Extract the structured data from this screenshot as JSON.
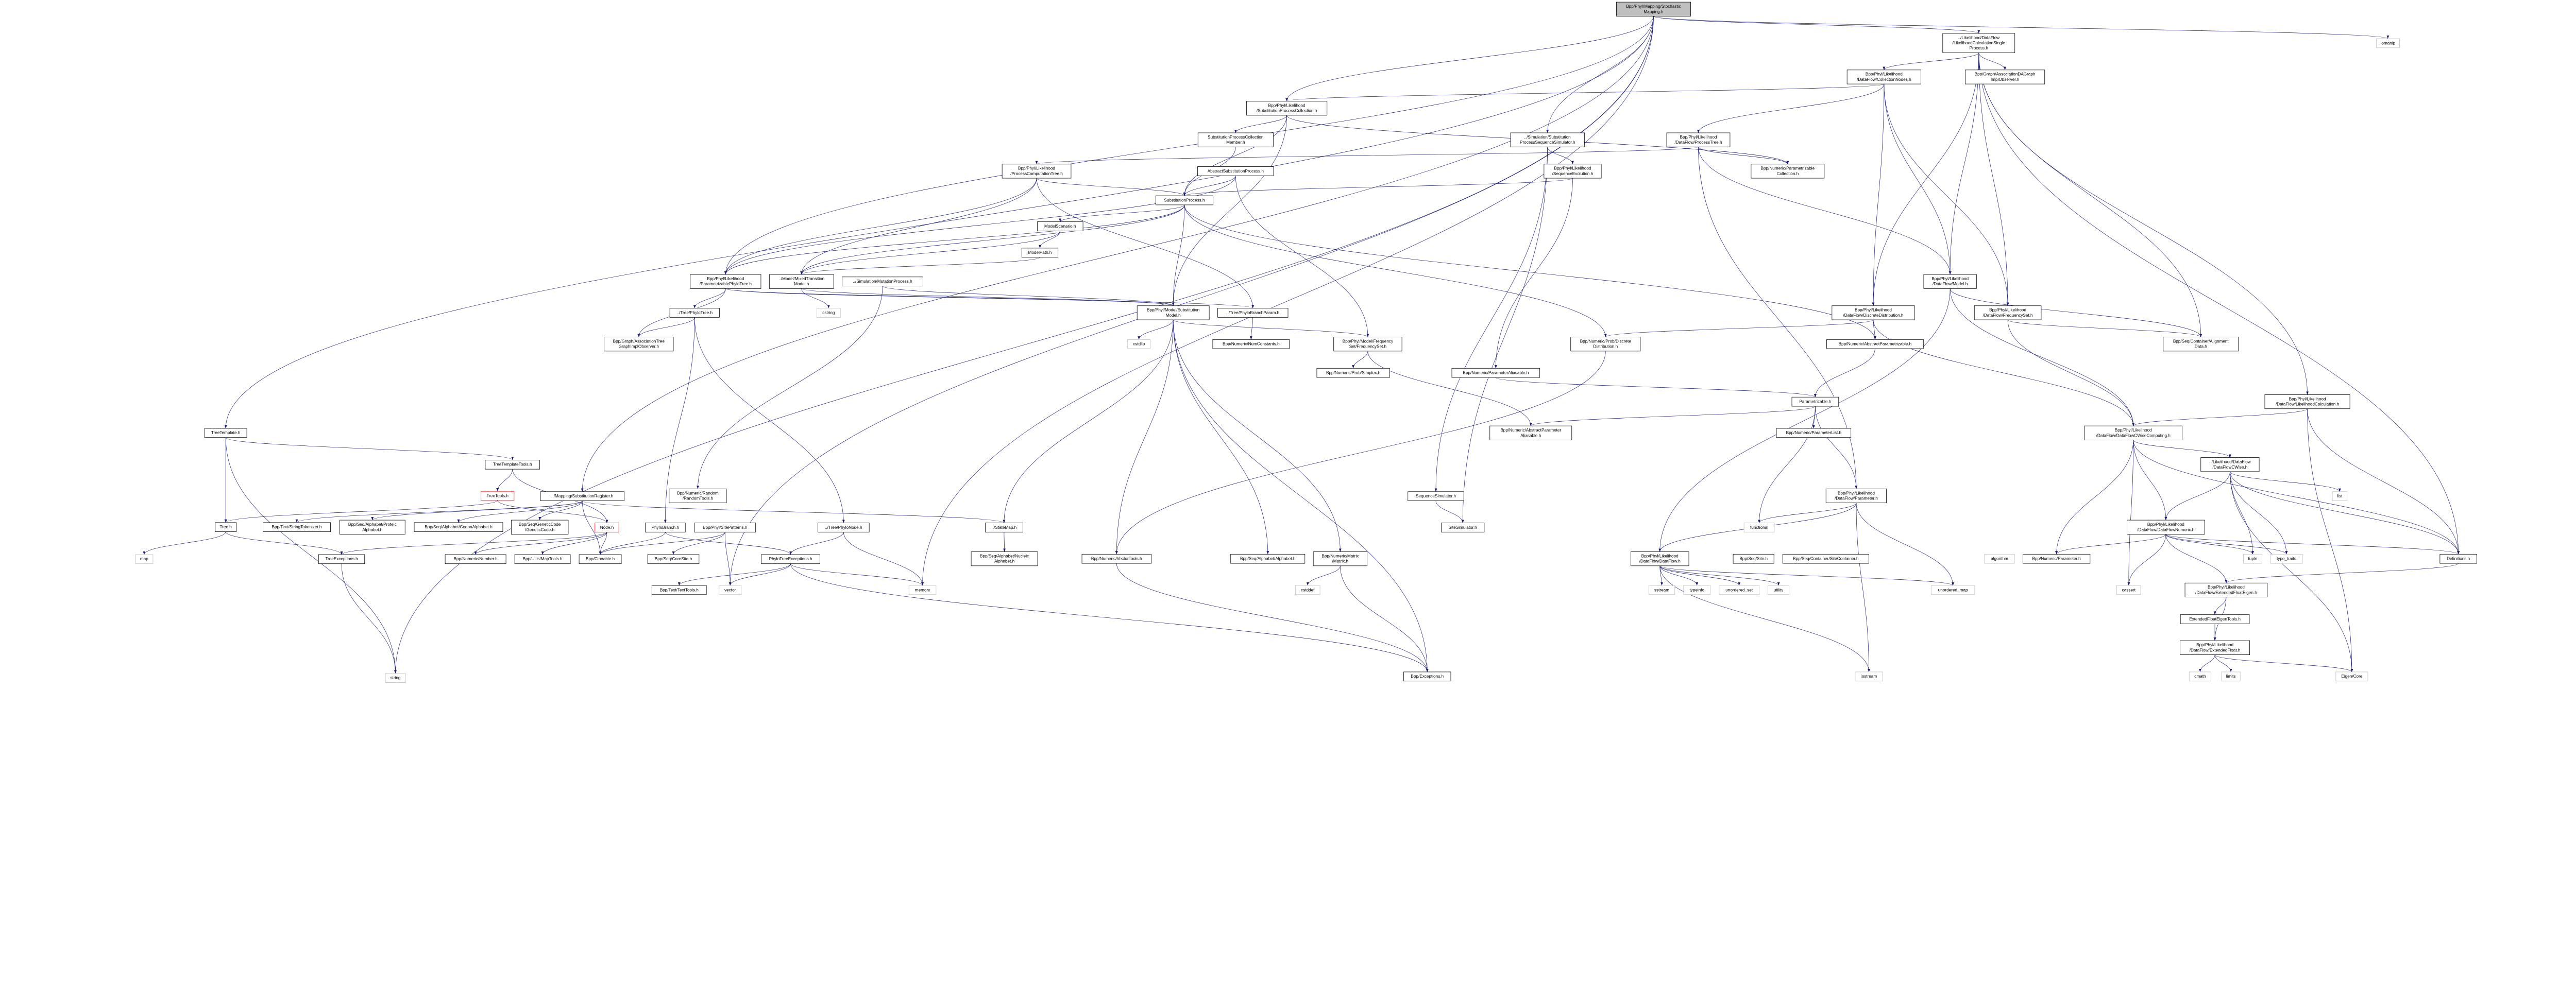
{
  "colors": {
    "edge": "#191970",
    "root_fill": "#bfbfbf",
    "system_border": "#bfbfbf",
    "truncated_border": "#ff0000"
  },
  "graph": {
    "root": "sm",
    "nodes": {
      "sm": [
        "Bpp/Phyl/Mapping/Stochastic",
        "Mapping.h"
      ],
      "iomanip": [
        "iomanip"
      ],
      "lcsp": [
        "../Likelihood/DataFlow",
        "/LikelihoodCalculationSingle",
        "Process.h"
      ],
      "collnodes": [
        "Bpp/Phyl/Likelihood",
        "/DataFlow/CollectionNodes.h"
      ],
      "assocdag": [
        "Bpp/Graph/AssociationDAGraph",
        "ImplObserver.h"
      ],
      "spc": [
        "Bpp/Phyl/Likelihood",
        "/SubstitutionProcessCollection.h"
      ],
      "spcm": [
        "SubstitutionProcessCollection",
        "Member.h"
      ],
      "spss": [
        "../Simulation/Substitution",
        "ProcessSequenceSimulator.h"
      ],
      "processtree": [
        "Bpp/Phyl/Likelihood",
        "/DataFlow/ProcessTree.h"
      ],
      "seqevol": [
        "Bpp/Phyl/Likelihood",
        "/SequenceEvolution.h"
      ],
      "paramcoll": [
        "Bpp/Numeric/Parametrizable",
        "Collection.h"
      ],
      "pct": [
        "Bpp/Phyl/Likelihood",
        "/ProcessComputationTree.h"
      ],
      "asp": [
        "AbstractSubstitutionProcess.h"
      ],
      "sp": [
        "SubstitutionProcess.h"
      ],
      "mscen": [
        "ModelScenario.h"
      ],
      "mpath": [
        "ModelPath.h"
      ],
      "ppt": [
        "Bpp/Phyl/Likelihood",
        "/ParametrizablePhyloTree.h"
      ],
      "mtm": [
        "../Model/MixedTransition",
        "Model.h"
      ],
      "mutproc": [
        "../Simulation/MutationProcess.h"
      ],
      "dfmodel": [
        "Bpp/Phyl/Likelihood",
        "/DataFlow/Model.h"
      ],
      "submodel": [
        "Bpp/Phyl/Model/Substitution",
        "Model.h"
      ],
      "pbp": [
        "../Tree/PhyloBranchParam.h"
      ],
      "dfdd": [
        "Bpp/Phyl/Likelihood",
        "/DataFlow/DiscreteDistribution.h"
      ],
      "dffs": [
        "Bpp/Phyl/Likelihood",
        "/DataFlow/FrequencySet.h"
      ],
      "phylotree": [
        "../Tree/PhyloTree.h"
      ],
      "cstring": [
        "cstring"
      ],
      "cstdlib": [
        "cstdlib"
      ],
      "numconst": [
        "Bpp/Numeric/NumConstants.h"
      ],
      "freqset": [
        "Bpp/Phyl/Model/Frequency",
        "Set/FrequencySet.h"
      ],
      "probdd": [
        "Bpp/Numeric/Prob/Discrete",
        "Distribution.h"
      ],
      "absparam": [
        "Bpp/Numeric/AbstractParametrizable.h"
      ],
      "aligndata": [
        "Bpp/Seq/Container/Alignment",
        "Data.h"
      ],
      "atgio": [
        "Bpp/Graph/AssociationTree",
        "GraphImplObserver.h"
      ],
      "simplex": [
        "Bpp/Numeric/Prob/Simplex.h"
      ],
      "paramalias": [
        "Bpp/Numeric/ParameterAliasable.h"
      ],
      "likcalc": [
        "Bpp/Phyl/Likelihood",
        "/DataFlow/LikelihoodCalculation.h"
      ],
      "parametrizable": [
        "Parametrizable.h"
      ],
      "treetemplate": [
        "TreeTemplate.h"
      ],
      "abspa": [
        "Bpp/Numeric/AbstractParameter",
        "Aliasable.h"
      ],
      "paramlist": [
        "Bpp/Numeric/ParameterList.h"
      ],
      "dfcwc": [
        "Bpp/Phyl/Likelihood",
        "/DataFlow/DataFlowCWiseComputing.h"
      ],
      "ttt": [
        "TreeTemplateTools.h"
      ],
      "dfcw": [
        "../Likelihood/DataFlow",
        "/DataFlowCWise.h"
      ],
      "treetools": [
        "TreeTools.h"
      ],
      "subreg": [
        "../Mapping/SubstitutionRegister.h"
      ],
      "randomtools": [
        "Bpp/Numeric/Random",
        "/RandomTools.h"
      ],
      "dfparam": [
        "Bpp/Phyl/Likelihood",
        "/DataFlow/Parameter.h"
      ],
      "seqsim": [
        "SequenceSimulator.h"
      ],
      "list": [
        "list"
      ],
      "tree": [
        "Tree.h"
      ],
      "strtok": [
        "Bpp/Text/StringTokenizer.h"
      ],
      "proteic": [
        "Bpp/Seq/Alphabet/Proteic",
        "Alphabet.h"
      ],
      "codon": [
        "Bpp/Seq/Alphabet/CodonAlphabet.h"
      ],
      "gencode": [
        "Bpp/Seq/GeneticCode",
        "/GeneticCode.h"
      ],
      "node": [
        "Node.h"
      ],
      "phylobranch": [
        "PhyloBranch.h"
      ],
      "sitepatterns": [
        "Bpp/Phyl/SitePatterns.h"
      ],
      "phylonode": [
        "../Tree/PhyloNode.h"
      ],
      "statemap": [
        "../StateMap.h"
      ],
      "sitesim": [
        "SiteSimulator.h"
      ],
      "functional": [
        "functional"
      ],
      "dfnumeric": [
        "Bpp/Phyl/Likelihood",
        "/DataFlow/DataFlowNumeric.h"
      ],
      "map": [
        "map"
      ],
      "treeexc": [
        "TreeExceptions.h"
      ],
      "number": [
        "Bpp/Numeric/Number.h"
      ],
      "maptools": [
        "Bpp/Utils/MapTools.h"
      ],
      "clonable": [
        "Bpp/Clonable.h"
      ],
      "coresite": [
        "Bpp/Seq/CoreSite.h"
      ],
      "pte": [
        "PhyloTreeExceptions.h"
      ],
      "nucleic": [
        "Bpp/Seq/Alphabet/Nucleic",
        "Alphabet.h"
      ],
      "vectortools": [
        "Bpp/Numeric/VectorTools.h"
      ],
      "alphabet": [
        "Bpp/Seq/Alphabet/Alphabet.h"
      ],
      "matrix": [
        "Bpp/Numeric/Matrix",
        "/Matrix.h"
      ],
      "dataflow": [
        "Bpp/Phyl/Likelihood",
        "/DataFlow/DataFlow.h"
      ],
      "site": [
        "Bpp/Seq/Site.h"
      ],
      "sitecont": [
        "Bpp/Seq/Container/SiteContainer.h"
      ],
      "algorithm": [
        "algorithm"
      ],
      "numparam": [
        "Bpp/Numeric/Parameter.h"
      ],
      "tuple": [
        "tuple"
      ],
      "typetraits": [
        "type_traits"
      ],
      "definitions": [
        "Definitions.h"
      ],
      "texttools": [
        "Bpp/Text/TextTools.h"
      ],
      "vector": [
        "vector"
      ],
      "memory": [
        "memory"
      ],
      "cstddef": [
        "cstddef"
      ],
      "sstream": [
        "sstream"
      ],
      "typeinfo": [
        "typeinfo"
      ],
      "unordered_set": [
        "unordered_set"
      ],
      "utility": [
        "utility"
      ],
      "unordered_map": [
        "unordered_map"
      ],
      "cassert": [
        "cassert"
      ],
      "efe": [
        "Bpp/Phyl/Likelihood",
        "/DataFlow/ExtendedFloatEigen.h"
      ],
      "efet": [
        "ExtendedFloatEigenTools.h"
      ],
      "ef": [
        "Bpp/Phyl/Likelihood",
        "/DataFlow/ExtendedFloat.h"
      ],
      "string": [
        "string"
      ],
      "exceptions": [
        "Bpp/Exceptions.h"
      ],
      "iostream": [
        "iostream"
      ],
      "cmath": [
        "cmath"
      ],
      "limits": [
        "limits"
      ],
      "eigen": [
        "Eigen/Core"
      ]
    },
    "edges": [
      [
        "sm",
        "lcsp"
      ],
      [
        "sm",
        "spss"
      ],
      [
        "sm",
        "iomanip"
      ],
      [
        "sm",
        "spc"
      ],
      [
        "sm",
        "string"
      ],
      [
        "sm",
        "vector"
      ],
      [
        "sm",
        "memory"
      ],
      [
        "sm",
        "treetemplate"
      ],
      [
        "sm",
        "subreg"
      ],
      [
        "sm",
        "ppt"
      ],
      [
        "lcsp",
        "collnodes"
      ],
      [
        "lcsp",
        "assocdag"
      ],
      [
        "lcsp",
        "dfmodel"
      ],
      [
        "lcsp",
        "dffs"
      ],
      [
        "lcsp",
        "dfdd"
      ],
      [
        "lcsp",
        "likcalc"
      ],
      [
        "lcsp",
        "aligndata"
      ],
      [
        "lcsp",
        "definitions"
      ],
      [
        "collnodes",
        "processtree"
      ],
      [
        "collnodes",
        "dfmodel"
      ],
      [
        "collnodes",
        "dffs"
      ],
      [
        "collnodes",
        "dfdd"
      ],
      [
        "collnodes",
        "spc"
      ],
      [
        "spc",
        "spcm"
      ],
      [
        "spc",
        "sp"
      ],
      [
        "spc",
        "paramcoll"
      ],
      [
        "spc",
        "submodel"
      ],
      [
        "spcm",
        "sp"
      ],
      [
        "spss",
        "seqevol"
      ],
      [
        "spss",
        "seqsim"
      ],
      [
        "spss",
        "sitesim"
      ],
      [
        "processtree",
        "paramcoll"
      ],
      [
        "processtree",
        "pct"
      ],
      [
        "processtree",
        "dfmodel"
      ],
      [
        "processtree",
        "dfparam"
      ],
      [
        "seqevol",
        "paramalias"
      ],
      [
        "seqevol",
        "sp"
      ],
      [
        "pct",
        "sp"
      ],
      [
        "pct",
        "pbp"
      ],
      [
        "pct",
        "ppt"
      ],
      [
        "pct",
        "mtm"
      ],
      [
        "asp",
        "sp"
      ],
      [
        "asp",
        "ppt"
      ],
      [
        "asp",
        "freqset"
      ],
      [
        "sp",
        "mscen"
      ],
      [
        "sp",
        "submodel"
      ],
      [
        "sp",
        "ppt"
      ],
      [
        "sp",
        "mtm"
      ],
      [
        "sp",
        "probdd"
      ],
      [
        "sp",
        "absparam"
      ],
      [
        "mscen",
        "mpath"
      ],
      [
        "mscen",
        "mtm"
      ],
      [
        "mpath",
        "mtm"
      ],
      [
        "ppt",
        "phylotree"
      ],
      [
        "ppt",
        "atgio"
      ],
      [
        "ppt",
        "pbp"
      ],
      [
        "ppt",
        "submodel"
      ],
      [
        "mtm",
        "cstring"
      ],
      [
        "mtm",
        "submodel"
      ],
      [
        "mutproc",
        "submodel"
      ],
      [
        "mutproc",
        "randomtools"
      ],
      [
        "dfmodel",
        "aligndata"
      ],
      [
        "dfmodel",
        "dfcwc"
      ],
      [
        "dfmodel",
        "dataflow"
      ],
      [
        "submodel",
        "cstdlib"
      ],
      [
        "submodel",
        "freqset"
      ],
      [
        "submodel",
        "statemap"
      ],
      [
        "submodel",
        "matrix"
      ],
      [
        "submodel",
        "exceptions"
      ],
      [
        "submodel",
        "alphabet"
      ],
      [
        "submodel",
        "vectortools"
      ],
      [
        "pbp",
        "numconst"
      ],
      [
        "dfdd",
        "absparam"
      ],
      [
        "dfdd",
        "probdd"
      ],
      [
        "dfdd",
        "dfcwc"
      ],
      [
        "dffs",
        "dfcwc"
      ],
      [
        "dffs",
        "aligndata"
      ],
      [
        "phylotree",
        "atgio"
      ],
      [
        "phylotree",
        "phylonode"
      ],
      [
        "phylotree",
        "phylobranch"
      ],
      [
        "freqset",
        "simplex"
      ],
      [
        "freqset",
        "abspa"
      ],
      [
        "probdd",
        "vectortools"
      ],
      [
        "absparam",
        "parametrizable"
      ],
      [
        "paramalias",
        "parametrizable"
      ],
      [
        "parametrizable",
        "paramlist"
      ],
      [
        "parametrizable",
        "dfparam"
      ],
      [
        "parametrizable",
        "functional"
      ],
      [
        "parametrizable",
        "abspa"
      ],
      [
        "likcalc",
        "dfcwc"
      ],
      [
        "likcalc",
        "definitions"
      ],
      [
        "likcalc",
        "eigen"
      ],
      [
        "treetemplate",
        "ttt"
      ],
      [
        "treetemplate",
        "tree"
      ],
      [
        "treetemplate",
        "string"
      ],
      [
        "ttt",
        "treetools"
      ],
      [
        "ttt",
        "node"
      ],
      [
        "treetools",
        "tree"
      ],
      [
        "treetools",
        "node"
      ],
      [
        "subreg",
        "strtok"
      ],
      [
        "subreg",
        "proteic"
      ],
      [
        "subreg",
        "codon"
      ],
      [
        "subreg",
        "gencode"
      ],
      [
        "subreg",
        "clonable"
      ],
      [
        "subreg",
        "statemap"
      ],
      [
        "dfparam",
        "functional"
      ],
      [
        "dfparam",
        "dataflow"
      ],
      [
        "dfparam",
        "unordered_map"
      ],
      [
        "dfparam",
        "iostream"
      ],
      [
        "seqsim",
        "sitesim"
      ],
      [
        "dfcwc",
        "dfcw"
      ],
      [
        "dfcwc",
        "dfnumeric"
      ],
      [
        "dfcwc",
        "numparam"
      ],
      [
        "dfcwc",
        "cassert"
      ],
      [
        "dfcwc",
        "definitions"
      ],
      [
        "dfcw",
        "list"
      ],
      [
        "dfcw",
        "tuple"
      ],
      [
        "dfcw",
        "typetraits"
      ],
      [
        "dfcw",
        "definitions"
      ],
      [
        "dfcw",
        "eigen"
      ],
      [
        "dfcw",
        "dfnumeric"
      ],
      [
        "tree",
        "map"
      ],
      [
        "tree",
        "treeexc"
      ],
      [
        "node",
        "clonable"
      ],
      [
        "node",
        "maptools"
      ],
      [
        "node",
        "treeexc"
      ],
      [
        "node",
        "number"
      ],
      [
        "phylobranch",
        "clonable"
      ],
      [
        "phylobranch",
        "pte"
      ],
      [
        "sitepatterns",
        "vector"
      ],
      [
        "sitepatterns",
        "coresite"
      ],
      [
        "sitepatterns",
        "clonable"
      ],
      [
        "phylonode",
        "pte"
      ],
      [
        "phylonode",
        "memory"
      ],
      [
        "statemap",
        "nucleic"
      ],
      [
        "dfnumeric",
        "tuple"
      ],
      [
        "dfnumeric",
        "typetraits"
      ],
      [
        "dfnumeric",
        "definitions"
      ],
      [
        "dfnumeric",
        "efe"
      ],
      [
        "dfnumeric",
        "cassert"
      ],
      [
        "dfnumeric",
        "numparam"
      ],
      [
        "treeexc",
        "string"
      ],
      [
        "pte",
        "vector"
      ],
      [
        "pte",
        "memory"
      ],
      [
        "pte",
        "texttools"
      ],
      [
        "pte",
        "exceptions"
      ],
      [
        "dataflow",
        "sstream"
      ],
      [
        "dataflow",
        "typeinfo"
      ],
      [
        "dataflow",
        "unordered_set"
      ],
      [
        "dataflow",
        "utility"
      ],
      [
        "dataflow",
        "iostream"
      ],
      [
        "dataflow",
        "unordered_map"
      ],
      [
        "definitions",
        "efe"
      ],
      [
        "efe",
        "efet"
      ],
      [
        "efe",
        "ef"
      ],
      [
        "efet",
        "ef"
      ],
      [
        "ef",
        "cmath"
      ],
      [
        "ef",
        "limits"
      ],
      [
        "ef",
        "eigen"
      ],
      [
        "matrix",
        "exceptions"
      ],
      [
        "vectortools",
        "exceptions"
      ],
      [
        "matrix",
        "cstddef"
      ]
    ]
  }
}
